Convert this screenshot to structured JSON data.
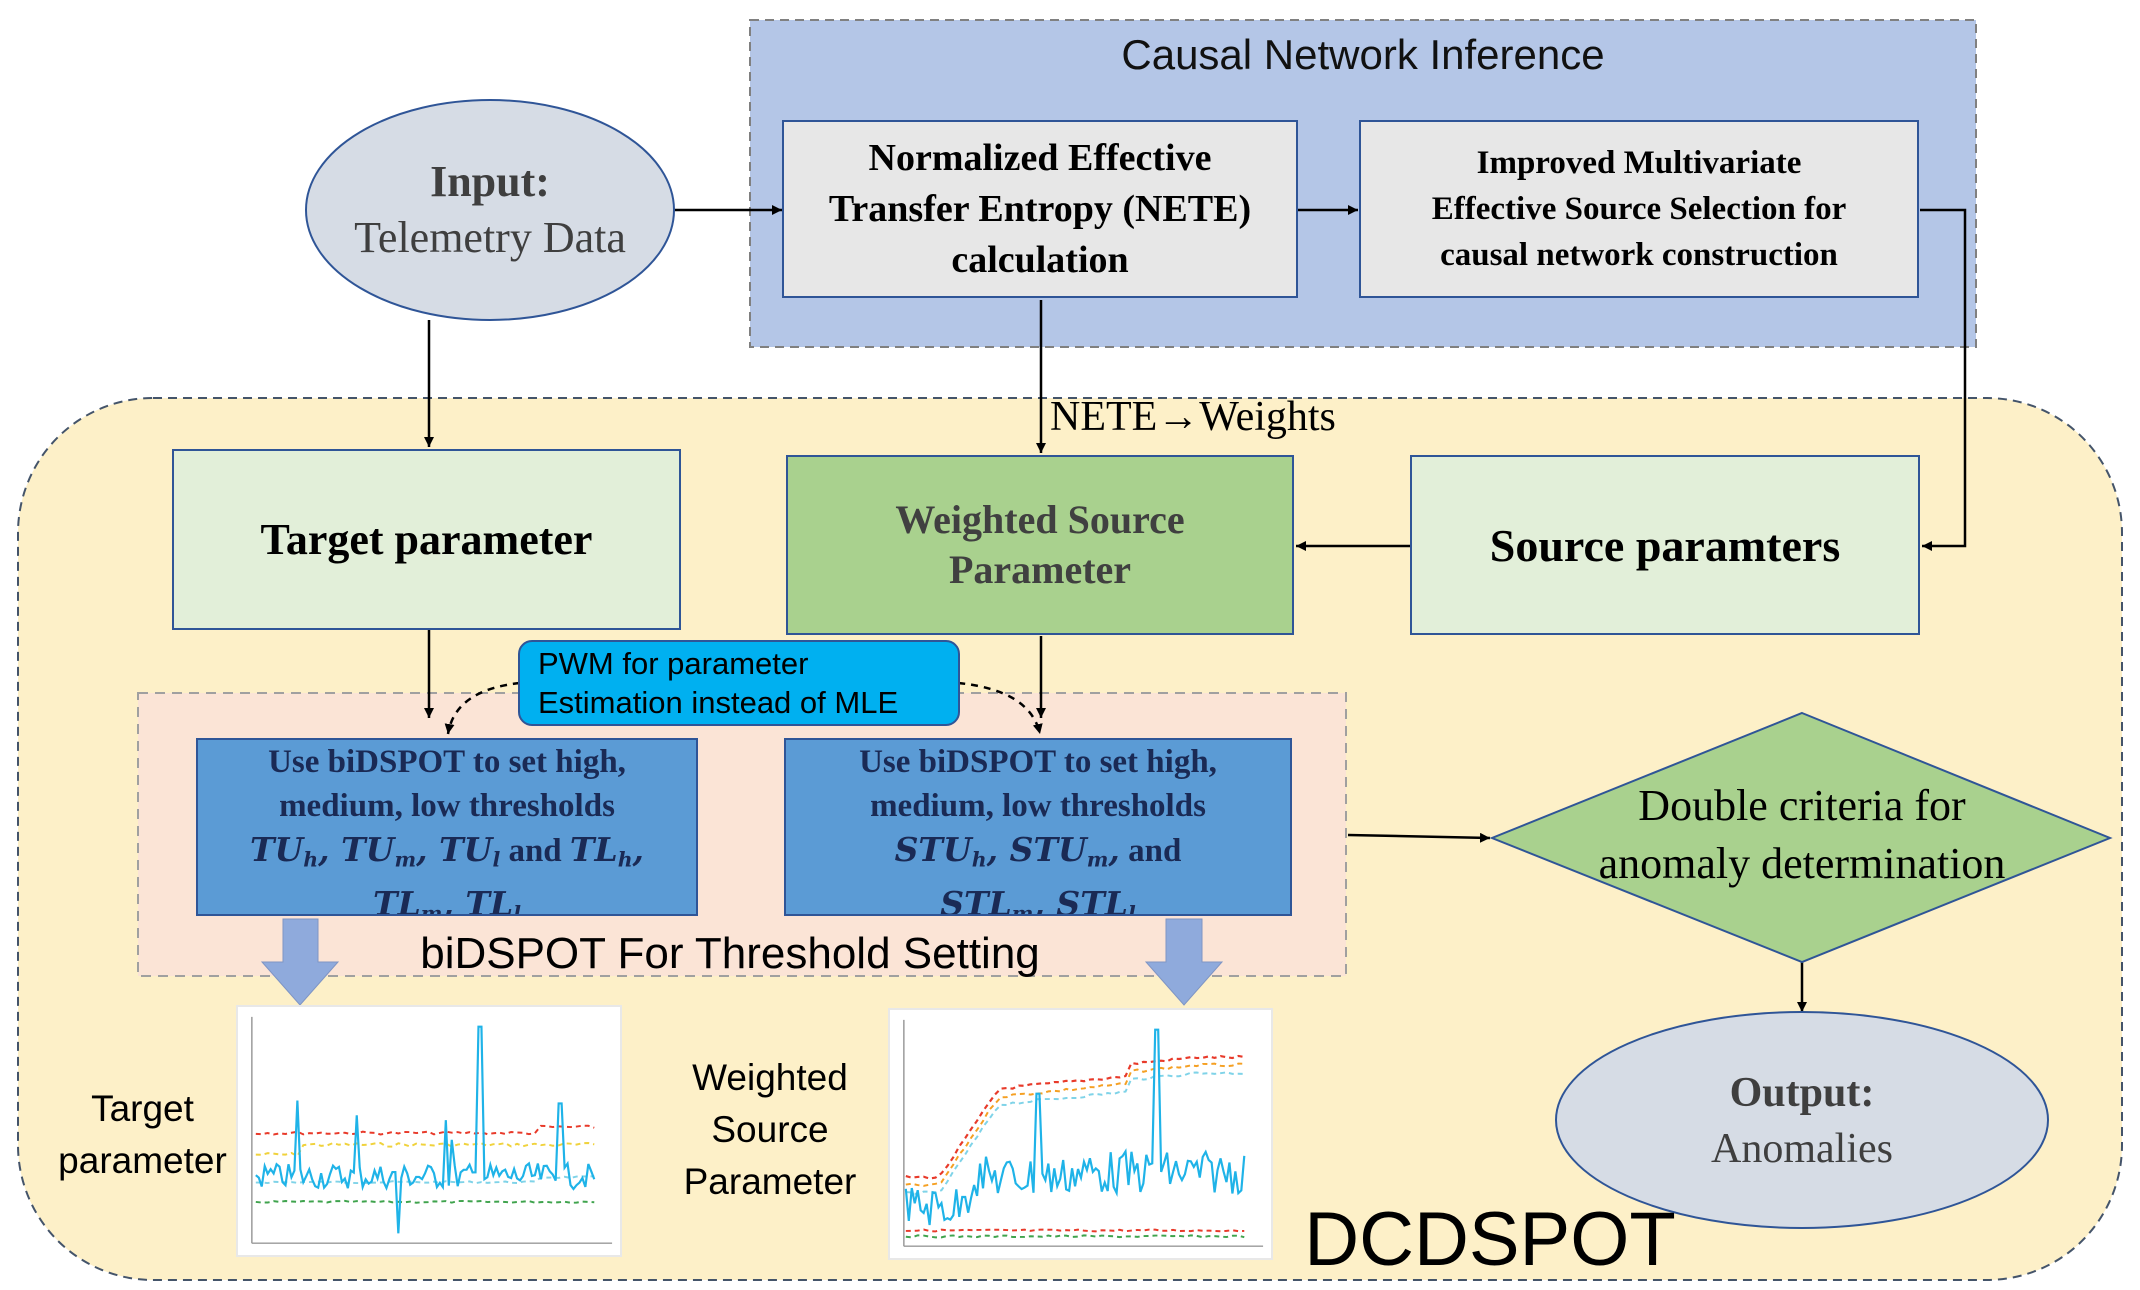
{
  "colors": {
    "causal_panel": "#b4c6e7",
    "main_panel": "#fdf0c8",
    "bidspot_panel": "#fbe4d6",
    "light_green": "#e2efd9",
    "mid_green": "#a9d18e",
    "blue_box": "#5b9bd5",
    "note_bubble": "#00b0f0",
    "ellipse": "#d6dce5",
    "series_blue": "#1fb3e8",
    "th_red": "#e83a2a",
    "th_orange": "#f5a023",
    "th_yellow": "#f0d23c",
    "th_cyan": "#7fd3e8",
    "th_green": "#3fa34d"
  },
  "causal_panel": {
    "title": "Causal Network Inference",
    "nete_box": {
      "line1": "Normalized Effective",
      "line2": "Transfer Entropy (NETE)",
      "line3": "calculation"
    },
    "mess_box": {
      "line1": "Improved Multivariate",
      "line2": "Effective Source Selection for",
      "line3": "causal network construction"
    }
  },
  "input": {
    "title": "Input:",
    "subtitle": "Telemetry Data"
  },
  "edge_label_nete": "NETE→Weights",
  "target_box": "Target parameter",
  "weighted_box": {
    "line1": "Weighted Source",
    "line2": "Parameter"
  },
  "source_box": "Source paramters",
  "note": {
    "line1": "PWM for parameter",
    "line2": "Estimation instead of MLE"
  },
  "bidspot_left": {
    "line1": "Use biDSPOT to set high,",
    "line2": "medium, low thresholds",
    "tu_h": "TU",
    "tu_h_sub": "h",
    "tu_m": "TU",
    "tu_m_sub": "m",
    "tu_l": "TU",
    "tu_l_sub": "l",
    "and": "and",
    "tl_h": "TL",
    "tl_h_sub": "h",
    "tl_m": "TL",
    "tl_m_sub": "m",
    "tl_l": "TL",
    "tl_l_sub": "l"
  },
  "bidspot_right": {
    "line1": "Use biDSPOT to set high,",
    "line2": "medium, low thresholds",
    "stu_h": "STU",
    "stu_h_sub": "h",
    "stu_m": "STU",
    "stu_m_sub": "m",
    "and": "and",
    "stl_m": "STL",
    "stl_m_sub": "m",
    "stl_l": "STL",
    "stl_l_sub": "l"
  },
  "bidspot_panel_title": "biDSPOT For Threshold Setting",
  "decision": {
    "line1": "Double criteria for",
    "line2": "anomaly determination"
  },
  "output": {
    "title": "Output:",
    "subtitle": "Anomalies"
  },
  "target_plot_label": {
    "line1": "Target",
    "line2": "parameter"
  },
  "weighted_plot_label": {
    "line1": "Weighted",
    "line2": "Source",
    "line3": "Parameter"
  },
  "framework_name": "DCDSPOT"
}
